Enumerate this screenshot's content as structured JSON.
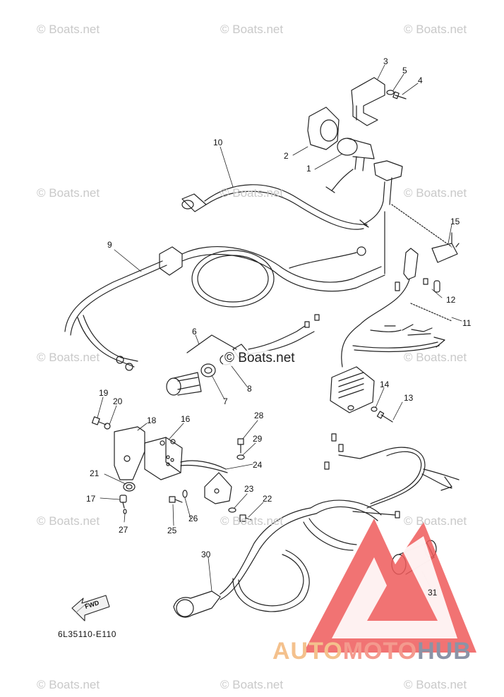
{
  "watermark_text": "© Boats.net",
  "watermark_overlay_text": "© Boats.net",
  "part_callouts": [
    "1",
    "2",
    "3",
    "4",
    "5",
    "6",
    "7",
    "8",
    "9",
    "10",
    "11",
    "12",
    "13",
    "14",
    "15",
    "16",
    "17",
    "18",
    "19",
    "20",
    "21",
    "22",
    "23",
    "24",
    "25",
    "26",
    "27",
    "28",
    "29",
    "30",
    "31"
  ],
  "diagram_code": "6L35110-E110",
  "fwd_label": "FWD",
  "brand_logo": {
    "part_a": "AUTO",
    "part_b": "MOTO",
    "part_c": "HUB",
    "colors": {
      "auto": "#f4c18d",
      "moto": "#f49a8e",
      "hub": "#8b93a6",
      "triangle": "#ee5a5a"
    }
  }
}
